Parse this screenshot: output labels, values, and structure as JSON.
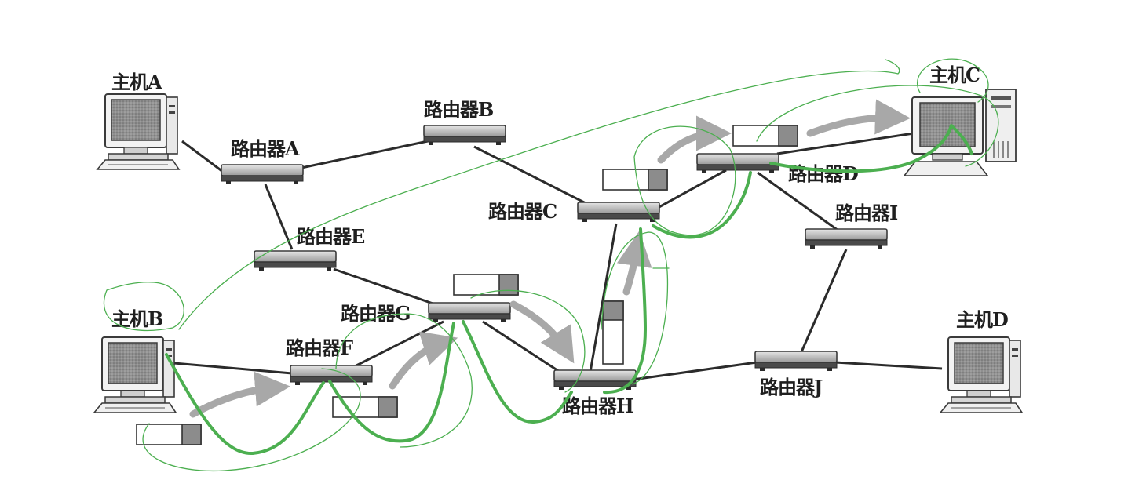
{
  "hosts": {
    "a": {
      "label": "主机A"
    },
    "b": {
      "label": "主机B"
    },
    "c": {
      "label": "主机C"
    },
    "d": {
      "label": "主机D"
    }
  },
  "routers": {
    "a": {
      "label": "路由器A"
    },
    "b": {
      "label": "路由器B"
    },
    "c": {
      "label": "路由器C"
    },
    "d": {
      "label": "路由器D"
    },
    "e": {
      "label": "路由器E"
    },
    "f": {
      "label": "路由器F"
    },
    "g": {
      "label": "路由器G"
    },
    "h": {
      "label": "路由器H"
    },
    "i": {
      "label": "路由器I"
    },
    "j": {
      "label": "路由器J"
    }
  },
  "colors": {
    "ink": "#2b2b2b",
    "annotation": "#4caf50",
    "arrow_gray": "#a8a8a8",
    "packet_fill": "#8c8c8c"
  },
  "icons": [
    "desktop-computer-icon",
    "tower-computer-icon",
    "router-icon",
    "packet-icon",
    "flow-arrow-icon"
  ]
}
